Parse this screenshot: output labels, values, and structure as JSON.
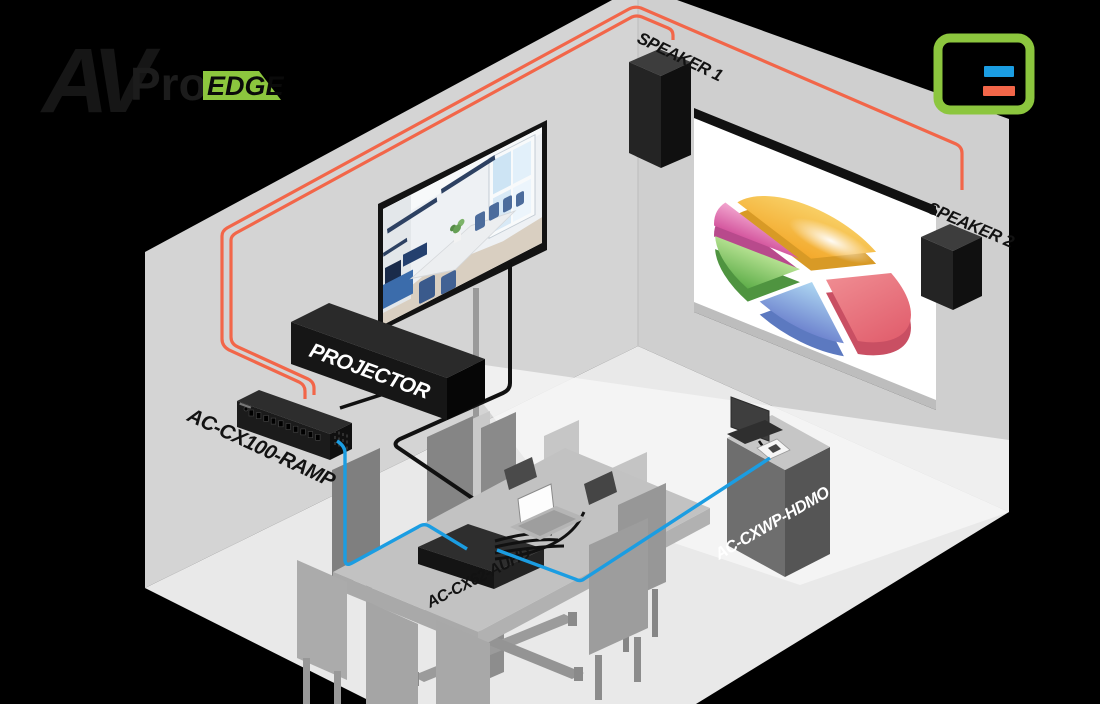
{
  "brand": {
    "name_av": "AV",
    "name_pro": "Pro",
    "name_edge": "EDGE"
  },
  "labels": {
    "speaker1": "SPEAKER 1",
    "speaker2": "SPEAKER 2",
    "projector": "PROJECTOR",
    "matrix_switcher": "AC-CX100-RAMP",
    "table_switcher": "AC-CX62-AUHD",
    "wall_plate": "AC-CXWP-HDMO"
  },
  "legend": {
    "border_color": "#8CC63E"
  },
  "colors": {
    "background": "#000000",
    "left_wall": "#D4D4D4",
    "right_wall": "#CFCFCF",
    "floor": "#E9E9E9",
    "beam": "#F6F6F6",
    "audio_wire": "#F26649",
    "cat_wire": "#1B9DE2",
    "device_black": "#1B1B1B",
    "logo_green": "#8CC63E"
  },
  "projection_screen": {
    "content": "3d-pie-chart",
    "slice_colors": [
      "#F6C62F",
      "#E0505F",
      "#6F8FD8",
      "#5FAE4A",
      "#D4569E"
    ]
  }
}
